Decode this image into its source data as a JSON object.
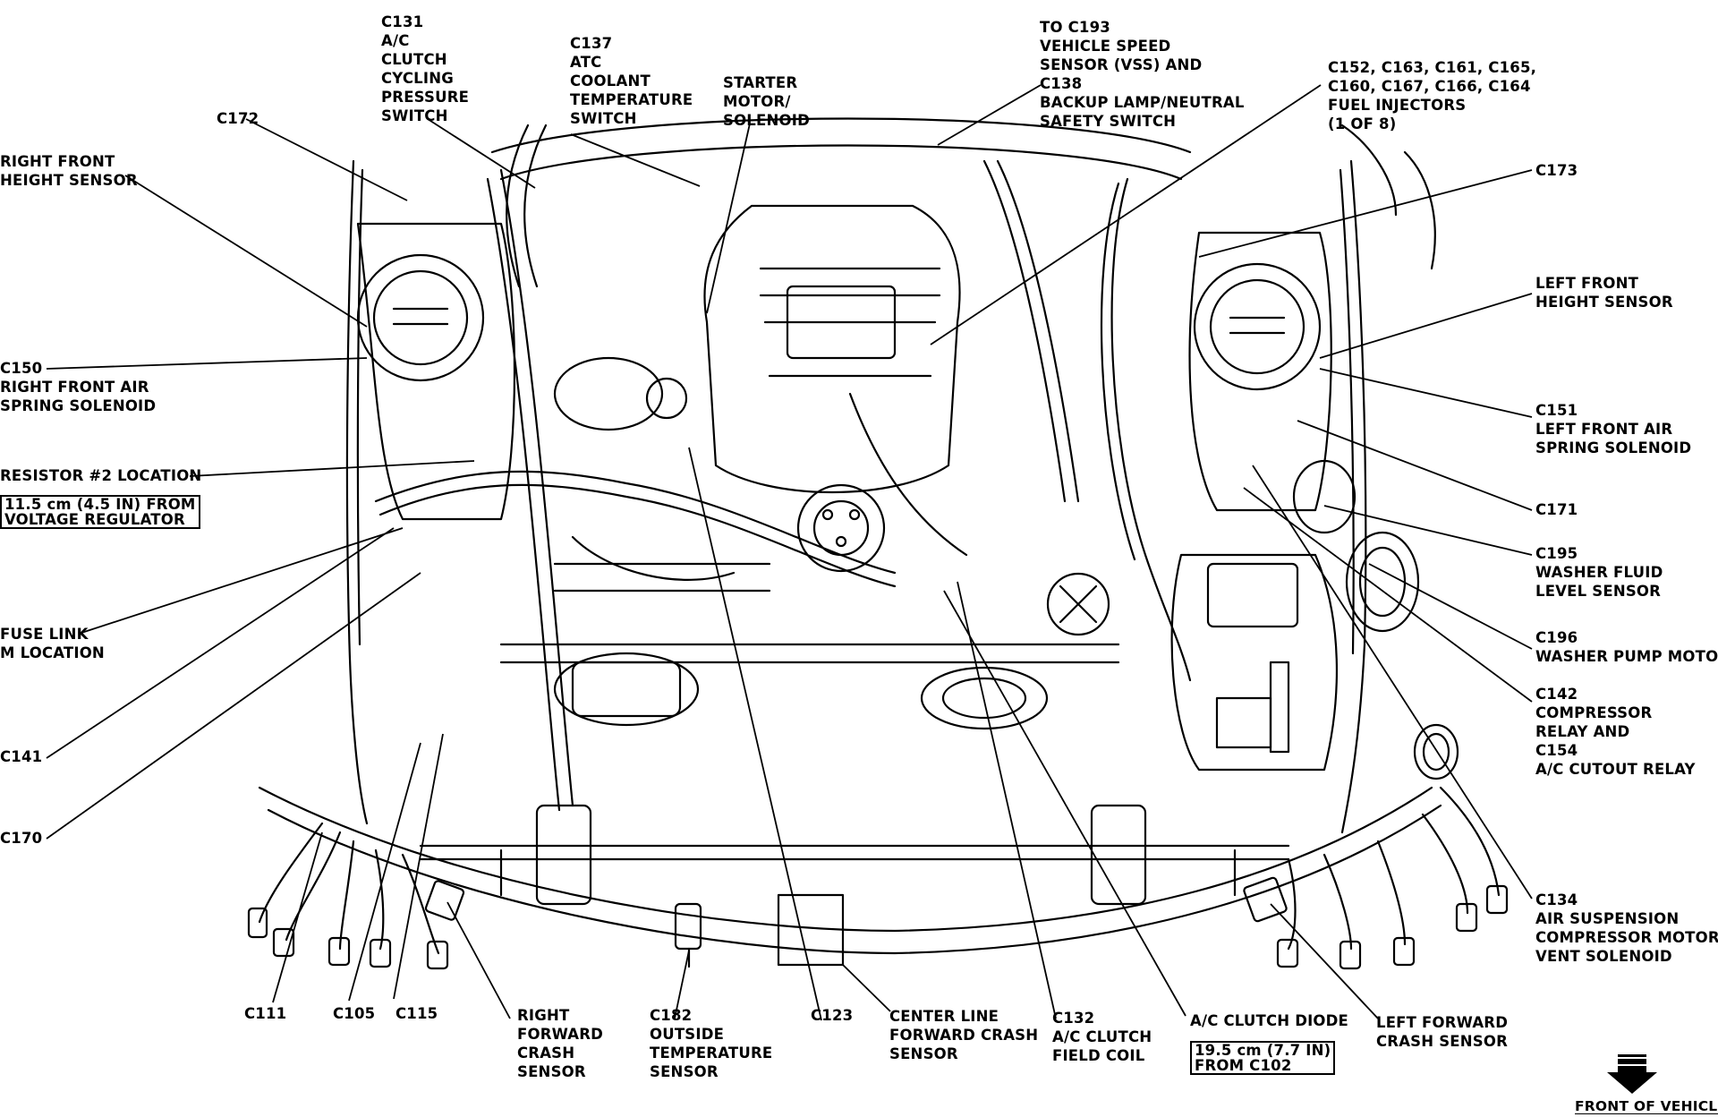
{
  "diagram": {
    "labels": [
      {
        "id": "c131",
        "lines": [
          "C131",
          "A/C",
          "CLUTCH",
          "CYCLING",
          "PRESSURE",
          "SWITCH"
        ]
      },
      {
        "id": "c137",
        "lines": [
          "C137",
          "ATC",
          "COOLANT",
          "TEMPERATURE",
          "SWITCH"
        ]
      },
      {
        "id": "starter",
        "lines": [
          "STARTER",
          "MOTOR/",
          "SOLENOID"
        ]
      },
      {
        "id": "c193",
        "lines": [
          "TO C193",
          "VEHICLE SPEED",
          "SENSOR (VSS) AND",
          "C138",
          "BACKUP LAMP/NEUTRAL",
          "SAFETY SWITCH"
        ]
      },
      {
        "id": "injectors",
        "lines": [
          "C152, C163, C161, C165,",
          "C160, C167, C166, C164",
          "FUEL INJECTORS",
          "(1 OF 8)"
        ]
      },
      {
        "id": "c172",
        "lines": [
          "C172"
        ]
      },
      {
        "id": "rfhs",
        "lines": [
          "RIGHT FRONT",
          "HEIGHT SENSOR"
        ]
      },
      {
        "id": "c173",
        "lines": [
          "C173"
        ]
      },
      {
        "id": "lfhs",
        "lines": [
          "LEFT FRONT",
          "HEIGHT SENSOR"
        ]
      },
      {
        "id": "c150",
        "lines": [
          "C150",
          "RIGHT FRONT AIR",
          "SPRING SOLENOID"
        ]
      },
      {
        "id": "c151",
        "lines": [
          "C151",
          "LEFT FRONT AIR",
          "SPRING SOLENOID"
        ]
      },
      {
        "id": "resistor",
        "lines": [
          "RESISTOR #2 LOCATION"
        ]
      },
      {
        "id": "c171",
        "lines": [
          "C171"
        ]
      },
      {
        "id": "c195",
        "lines": [
          "C195",
          "WASHER FLUID",
          "LEVEL SENSOR"
        ]
      },
      {
        "id": "c196",
        "lines": [
          "C196",
          "WASHER PUMP MOTOR"
        ]
      },
      {
        "id": "fuselink",
        "lines": [
          "FUSE LINK",
          "M LOCATION"
        ]
      },
      {
        "id": "c142",
        "lines": [
          "C142",
          "COMPRESSOR",
          "RELAY AND",
          "C154",
          "A/C CUTOUT RELAY"
        ]
      },
      {
        "id": "c141",
        "lines": [
          "C141"
        ]
      },
      {
        "id": "c170",
        "lines": [
          "C170"
        ]
      },
      {
        "id": "c134",
        "lines": [
          "C134",
          "AIR SUSPENSION",
          "COMPRESSOR MOTOR/",
          "VENT SOLENOID"
        ]
      },
      {
        "id": "c111",
        "lines": [
          "C111"
        ]
      },
      {
        "id": "c105",
        "lines": [
          "C105"
        ]
      },
      {
        "id": "c115",
        "lines": [
          "C115"
        ]
      },
      {
        "id": "rfcs",
        "lines": [
          "RIGHT",
          "FORWARD",
          "CRASH",
          "SENSOR"
        ]
      },
      {
        "id": "c182",
        "lines": [
          "C182",
          "OUTSIDE",
          "TEMPERATURE",
          "SENSOR"
        ]
      },
      {
        "id": "c123",
        "lines": [
          "C123"
        ]
      },
      {
        "id": "clfcs",
        "lines": [
          "CENTER LINE",
          "FORWARD CRASH",
          "SENSOR"
        ]
      },
      {
        "id": "c132",
        "lines": [
          "C132",
          "A/C CLUTCH",
          "FIELD COIL"
        ]
      },
      {
        "id": "acdiode",
        "lines": [
          "A/C CLUTCH DIODE"
        ]
      },
      {
        "id": "lfcs",
        "lines": [
          "LEFT FORWARD",
          "CRASH SENSOR"
        ]
      }
    ],
    "boxed_notes": [
      {
        "id": "regnote",
        "lines": [
          "11.5 cm (4.5 IN) FROM",
          "VOLTAGE REGULATOR"
        ]
      },
      {
        "id": "c102note",
        "lines": [
          "19.5 cm (7.7 IN)",
          "FROM C102"
        ]
      }
    ],
    "front_of_vehicle": "FRONT OF VEHICLE"
  }
}
